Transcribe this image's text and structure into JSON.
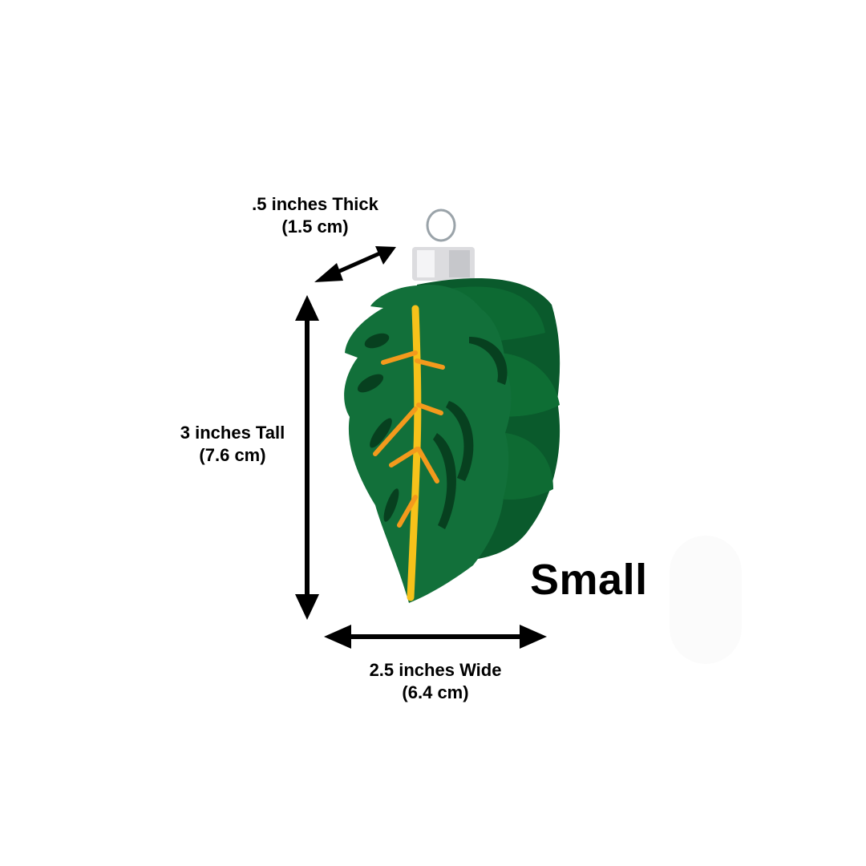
{
  "product": {
    "size_label": "Small",
    "colors": {
      "leaf_green": "#0f6b34",
      "leaf_green_dark": "#0a5228",
      "vein_yellow": "#f6c21a",
      "vein_orange": "#f39a1c",
      "cap_silver": "#d9d9dd",
      "arrow_black": "#000000"
    }
  },
  "dimensions": {
    "thickness": {
      "imperial": ".5 inches Thick",
      "metric": "(1.5 cm)"
    },
    "height": {
      "imperial": "3 inches Tall",
      "metric": "(7.6 cm)"
    },
    "width": {
      "imperial": "2.5 inches Wide",
      "metric": "(6.4 cm)"
    }
  }
}
